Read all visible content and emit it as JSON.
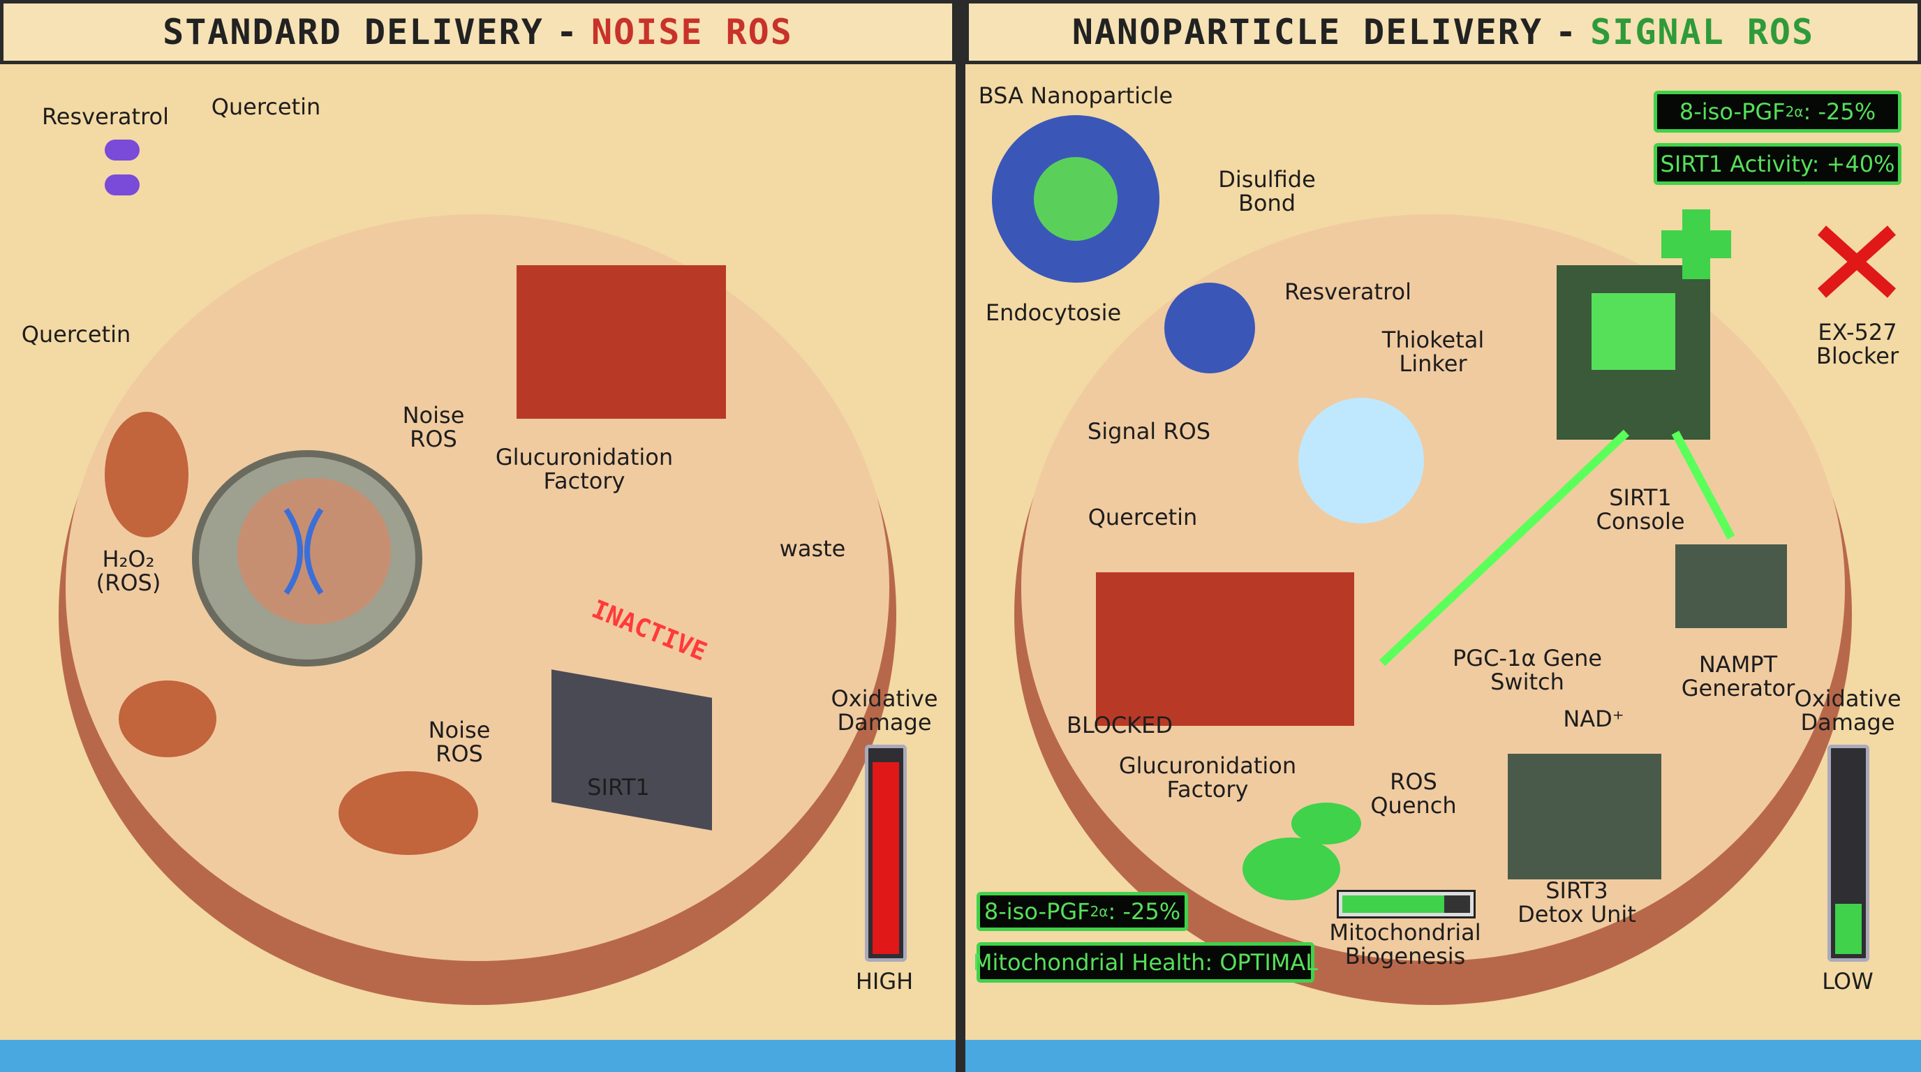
{
  "left_panel": {
    "title_main": "STANDARD DELIVERY",
    "title_sep": "-",
    "title_accent": "NOISE ROS",
    "accent_color": "#c8322a",
    "labels": {
      "resveratrol": "Resveratrol",
      "quercetin_top": "Quercetin",
      "quercetin_left": "Quercetin",
      "noise_ros_1": "Noise\nROS",
      "factory": "Glucuronidation\nFactory",
      "waste": "waste",
      "h2o2": "H₂O₂\n(ROS)",
      "noise_ros_2": "Noise\nROS",
      "sirt1": "SIRT1",
      "screen": "INACTIVE",
      "oxidative_damage": "Oxidative\nDamage",
      "gauge_level_label": "HIGH"
    },
    "oxidative_damage_level": 0.95,
    "gauge_color": "#e01818"
  },
  "right_panel": {
    "title_main": "NANOPARTICLE DELIVERY",
    "title_sep": "-",
    "title_accent": "SIGNAL ROS",
    "accent_color": "#2f9a3a",
    "labels": {
      "bsa": "BSA Nanoparticle",
      "disulfide": "Disulfide\nBond",
      "endocytosie": "Endocytosie",
      "resveratrol": "Resveratrol",
      "thioketal": "Thioketal\nLinker",
      "signal_ros": "Signal ROS",
      "quercetin": "Quercetin",
      "blocked": "BLOCKED",
      "factory": "Glucuronidation\nFactory",
      "pgc": "PGC-1α Gene\nSwitch",
      "sirt1_console": "SIRT1\nConsole",
      "ex527": "EX-527\nBlocker",
      "nampt": "NAMPT\nGenerator",
      "nad": "NAD⁺",
      "oxidative_damage": "Oxidative\nDamage",
      "ros_quench": "ROS\nQuench",
      "sirt3": "SIRT3\nDetox Unit",
      "mito_biogenesis": "Mitochondrial\nBiogenesis",
      "gauge_level_label": "LOW"
    },
    "readouts": {
      "iso_top_prefix": "8-iso-PGF",
      "iso_sub": "2α",
      "iso_top_value": ": -25%",
      "sirt1_activity": "SIRT1 Activity: +40%",
      "iso_bottom_prefix": "8-iso-PGF",
      "iso_bottom_value": ": -25%",
      "mito_health": "Mitochondrial Health: OPTIMAL"
    },
    "oxidative_damage_level": 0.25,
    "mito_biogenesis_level": 0.8,
    "gauge_color": "#3fd24a"
  }
}
